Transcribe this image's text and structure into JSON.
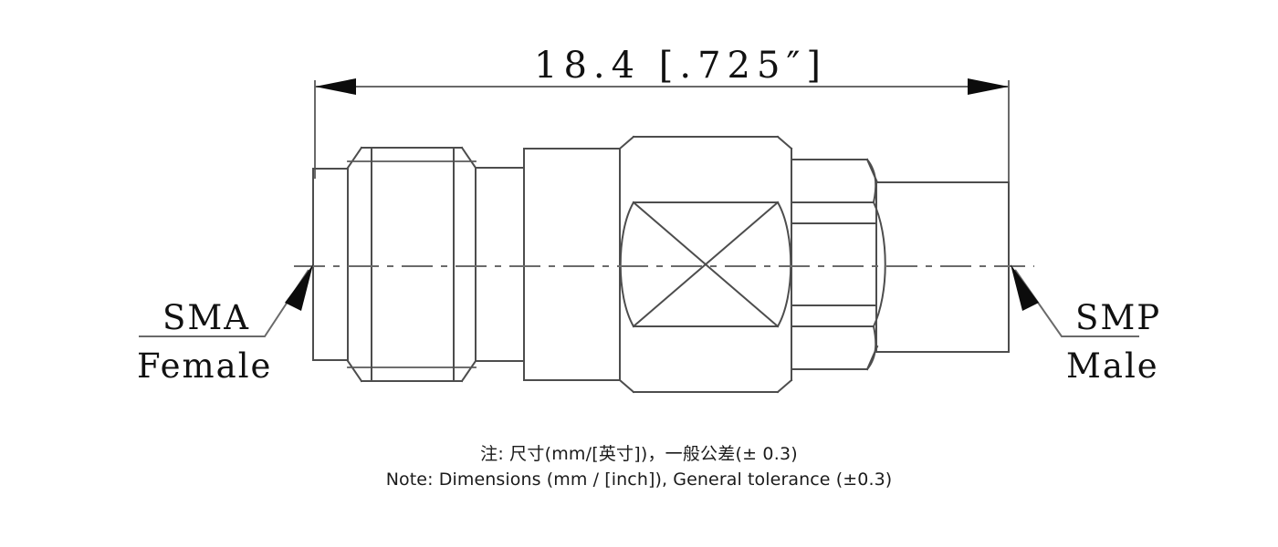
{
  "drawing": {
    "type": "mechanical-outline-drawing",
    "subject": "SMA Female to SMP Male RF coaxial adapter",
    "background_color": "#ffffff",
    "line_color": "#4d4d4d",
    "text_color": "#111111"
  },
  "dimension": {
    "label": "18.4  [.725″]",
    "value_mm": "18.4",
    "value_inch": ".725″",
    "orientation": "horizontal-overall-length"
  },
  "labels": {
    "left": {
      "line1": "SMA",
      "line2": "Female"
    },
    "right": {
      "line1": "SMP",
      "line2": "Male"
    }
  },
  "note": {
    "chinese": "注: 尺寸(mm/[英寸），一般公差(± 0.3)",
    "chinese_display": "注: 尺寸(mm/[英寸])，一般公差(± 0.3)",
    "english": "Note: Dimensions (mm / [inch]), General tolerance (±0.3)"
  }
}
